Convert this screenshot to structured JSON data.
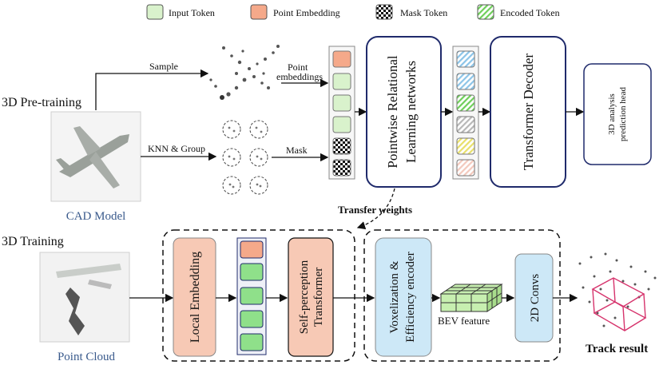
{
  "legend": {
    "input_token": "Input Token",
    "point_embedding": "Point Embedding",
    "mask_token": "Mask Token",
    "encoded_token": "Encoded Token"
  },
  "pretraining": {
    "stage_label": "3D Pre-training",
    "model_caption": "CAD Model",
    "sample_label": "Sample",
    "knn_label": "KNN & Group",
    "point_embeddings_label_line1": "Point",
    "point_embeddings_label_line2": "embeddings",
    "mask_label": "Mask",
    "prln_line1": "Pointwise Relational",
    "prln_line2": "Learning networks",
    "decoder": "Transformer Decoder",
    "head_line1": "3D analysis",
    "head_line2": "prediction head"
  },
  "transfer_label": "Transfer weights",
  "training": {
    "stage_label": "3D Training",
    "cloud_caption": "Point Cloud",
    "local_embedding": "Local Embedding",
    "self_perception_line1": "Self-perception",
    "self_perception_line2": "Transformer",
    "voxel_line1": "Voxelization &",
    "voxel_line2": "Efficiency encoder",
    "bev_label": "BEV feature",
    "convs": "2D Convs",
    "result": "Track result"
  },
  "colors": {
    "input_token": "#d9f2cc",
    "point_embedding": "#f5a98a",
    "green_token": "#8fe08a",
    "local_embedding": "#f7c9b5",
    "voxel_box": "#cde8f7",
    "bev_top": "#c7efb0",
    "navy": "#1f2a6b"
  }
}
